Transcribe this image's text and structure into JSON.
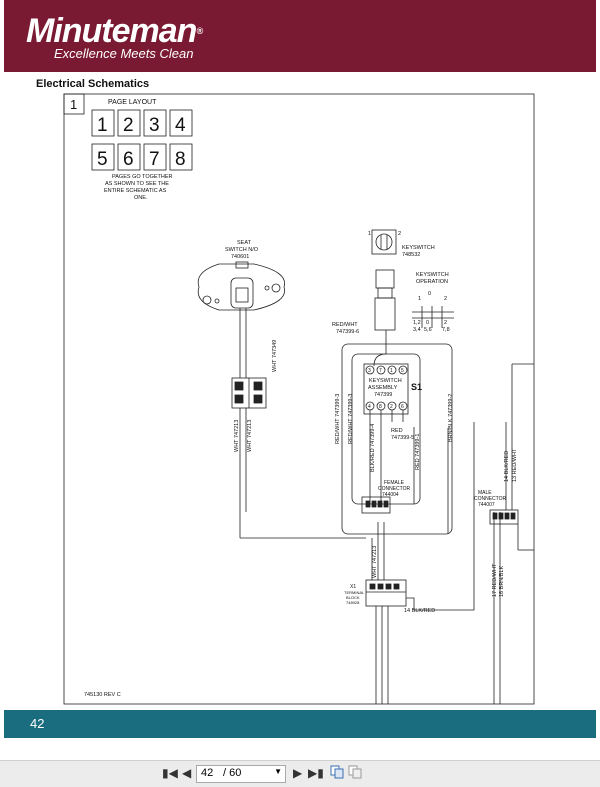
{
  "header": {
    "logo_text": "Minuteman",
    "logo_reg": "®",
    "tagline": "Excellence Meets Clean",
    "bg_color": "#7a1a32"
  },
  "section_title": "Electrical Schematics",
  "schematic": {
    "sheet_number": "1",
    "page_layout_title": "PAGE LAYOUT",
    "page_layout_cells": [
      "1",
      "2",
      "3",
      "4",
      "5",
      "6",
      "7",
      "8"
    ],
    "page_layout_note": [
      "PAGES GO TOGETHER",
      "AS SHOWN TO SEE THE",
      "ENTIRE SCHEMATIC AS",
      "ONE."
    ],
    "seat_switch": [
      "SEAT",
      "SWITCH N/O",
      "740601"
    ],
    "keyswitch": [
      "KEYSWITCH",
      "748532"
    ],
    "keyswitch_pos_1": "1",
    "keyswitch_pos_2": "2",
    "keyswitch_operation": [
      "KEYSWITCH",
      "OPERATION"
    ],
    "op_0": "0",
    "op_1": "1",
    "op_2": "2",
    "op_cols": [
      "1,2",
      "0",
      "2"
    ],
    "op_vals": [
      "3,4",
      "5,6",
      "7,8"
    ],
    "red_wht_747399_6": [
      "RED/WHT",
      "747399-6"
    ],
    "keyswitch_assembly": [
      "KEYSWITCH",
      "ASSEMBLY",
      "747399"
    ],
    "s1": "S1",
    "pin_labels": [
      "3",
      "7",
      "1",
      "5",
      "4",
      "8",
      "2",
      "6"
    ],
    "red_747399_5": [
      "RED",
      "747399-5"
    ],
    "wire_red_wht_747399_3": "RED/WHT 747399-3",
    "wire_blk_red_747399_4": "BLK/RED 747399-4",
    "wire_red_747399_1": "RED 747399-1",
    "wire_brn_blk_747399_2": "BRN/BLK 747399-2",
    "wire_wht_747349": "WHT 747349",
    "wire_wht_747213_a": "WHT 747213",
    "wire_wht_747213_b": "WHT 747213",
    "wire_wht_747213_c": "WHT 747213",
    "female_connector": [
      "FEMALE",
      "CONNECTOR",
      "744004"
    ],
    "male_connector": [
      "MALE",
      "CONNECTOR",
      "744007"
    ],
    "wire_14_blk_red_v": "14 BLK/RED",
    "wire_13_red_wht_v": "13 RED/WHT",
    "wire_17_red_wht": "17 RED/WHT",
    "wire_16_brn_blk": "16 BRN/BLK",
    "terminal_block": [
      "X1",
      "TERMINAL",
      "BLOCK",
      "748928"
    ],
    "wire_14_blk_red_h": "14 BLK/RED",
    "rev": "745130  REV  C"
  },
  "footer": {
    "page_number": "42",
    "bg_color": "#1a6d7f"
  },
  "toolbar": {
    "current_page": "42",
    "total_pages": "/ 60",
    "first_icon": "first-page-icon",
    "prev_icon": "previous-page-icon",
    "next_icon": "next-page-icon",
    "last_icon": "last-page-icon"
  }
}
